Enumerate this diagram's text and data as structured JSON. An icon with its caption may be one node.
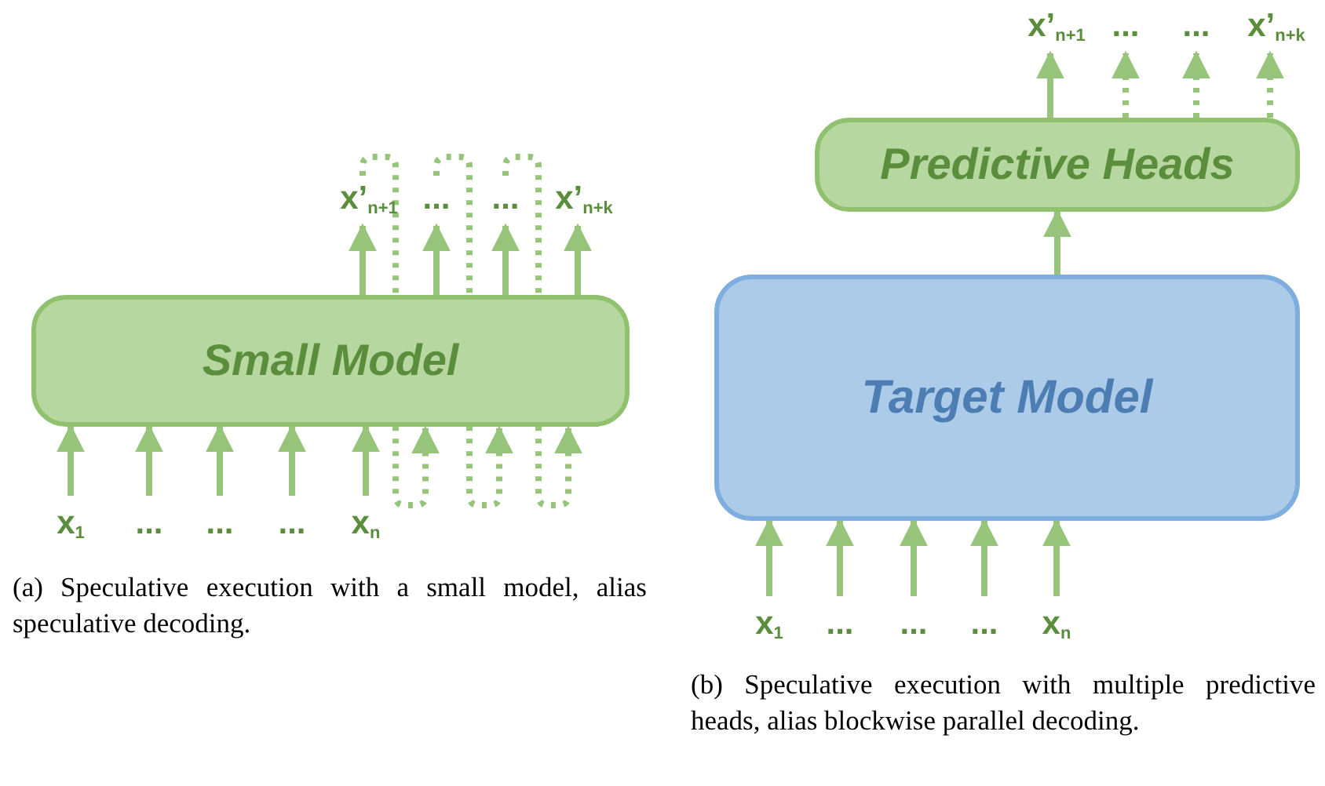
{
  "diagram": {
    "nodes": [
      {
        "text": [
          "Small Model"
        ]
      },
      {
        "text": [
          "x$_{1}$"
        ]
      },
      {
        "text": [
          "..."
        ]
      },
      {
        "text": [
          "..."
        ]
      },
      {
        "text": [
          "..."
        ]
      },
      {
        "text": [
          "x$_{n}$"
        ]
      },
      {
        "text": [
          "x’$_{n+1}$"
        ]
      },
      {
        "text": [
          "..."
        ]
      },
      {
        "text": [
          "..."
        ]
      },
      {
        "text": [
          "x’$_{n+k}$"
        ]
      },
      {
        "text": [
          "Predictive Heads"
        ]
      },
      {
        "text": [
          "Target Model"
        ]
      },
      {
        "text": [
          "x$_{1}$"
        ]
      },
      {
        "text": [
          "..."
        ]
      },
      {
        "text": [
          "..."
        ]
      },
      {
        "text": [
          "..."
        ]
      },
      {
        "text": [
          "x$_{n}$"
        ]
      },
      {
        "text": [
          "x’$_{n+1}$"
        ]
      },
      {
        "text": [
          "..."
        ]
      },
      {
        "text": [
          "..."
        ]
      },
      {
        "text": [
          "x’$_{n+k}$"
        ]
      }
    ],
    "edges": [
      {
        "from": 1,
        "to": 0,
        "arrow": "to"
      },
      {
        "from": 2,
        "to": 0,
        "arrow": "to"
      },
      {
        "from": 3,
        "to": 0,
        "arrow": "to"
      },
      {
        "from": 4,
        "to": 0,
        "arrow": "to"
      },
      {
        "from": 5,
        "to": 0,
        "arrow": "to"
      },
      {
        "from": 0,
        "to": 6,
        "arrow": "to"
      },
      {
        "from": 0,
        "to": 7,
        "arrow": "to"
      },
      {
        "from": 0,
        "to": 8,
        "arrow": "to"
      },
      {
        "from": 0,
        "to": 9,
        "arrow": "to"
      },
      {
        "from": 6,
        "to": 0,
        "arrow": "to",
        "style": "dashed"
      },
      {
        "from": 7,
        "to": 0,
        "arrow": "to",
        "style": "dashed"
      },
      {
        "from": 8,
        "to": 0,
        "arrow": "to",
        "style": "dashed"
      },
      {
        "from": 12,
        "to": 11,
        "arrow": "to"
      },
      {
        "from": 13,
        "to": 11,
        "arrow": "to"
      },
      {
        "from": 14,
        "to": 11,
        "arrow": "to"
      },
      {
        "from": 15,
        "to": 11,
        "arrow": "to"
      },
      {
        "from": 16,
        "to": 11,
        "arrow": "to"
      },
      {
        "from": 11,
        "to": 10,
        "arrow": "to"
      },
      {
        "from": 10,
        "to": 17,
        "arrow": "to"
      },
      {
        "from": 10,
        "to": 18,
        "arrow": "to",
        "style": "dashed"
      },
      {
        "from": 10,
        "to": 19,
        "arrow": "to",
        "style": "dashed"
      },
      {
        "from": 10,
        "to": 20,
        "arrow": "to",
        "style": "dashed"
      }
    ],
    "labels": [
      "(a) Speculative execution with a small model, alias speculative decoding.",
      "(b) Speculative execution with multiple predictive heads, alias blockwise parallel decoding."
    ]
  }
}
